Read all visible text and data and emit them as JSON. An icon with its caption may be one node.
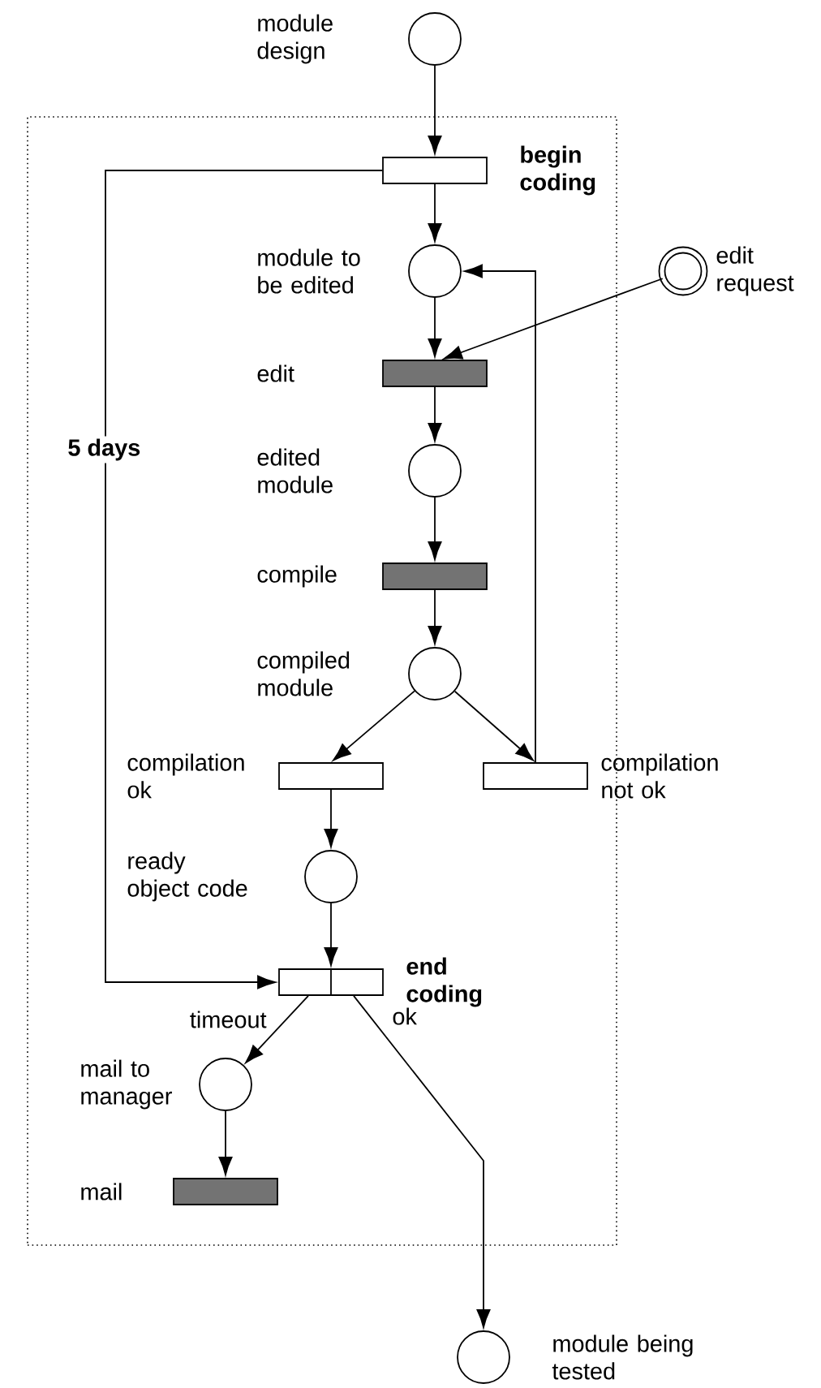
{
  "diagram": {
    "nodes": [
      {
        "text": [],
        "shape": "box"
      },
      {
        "text": [],
        "shape": "circle",
        "beside": [
          "module design"
        ]
      },
      {
        "text": [],
        "shape": "bar",
        "beside": [
          "begin coding"
        ],
        "in": 0
      },
      {
        "text": [],
        "shape": "circle",
        "beside": [
          "module to be edited"
        ],
        "in": 0
      },
      {
        "text": [],
        "shape": "ring",
        "beside": [
          "edit request"
        ]
      },
      {
        "text": [],
        "shape": "block",
        "beside": [
          "edit"
        ],
        "in": 0
      },
      {
        "text": [],
        "shape": "circle",
        "beside": [
          "edited module"
        ],
        "in": 0
      },
      {
        "text": [],
        "shape": "block",
        "beside": [
          "compile"
        ],
        "in": 0
      },
      {
        "text": [],
        "shape": "circle",
        "beside": [
          "compiled module"
        ],
        "in": 0
      },
      {
        "text": [],
        "shape": "bar",
        "beside": [
          "compilation ok"
        ],
        "in": 0
      },
      {
        "text": [],
        "shape": "bar",
        "beside": [
          "compilation not ok"
        ],
        "in": 0
      },
      {
        "text": [],
        "shape": "circle",
        "beside": [
          "ready object code"
        ],
        "in": 0
      },
      {
        "text": [],
        "shape": "bar",
        "beside": [
          "end coding"
        ],
        "in": 0
      },
      {
        "text": [],
        "shape": "circle",
        "beside": [
          "mail to manager"
        ],
        "in": 0
      },
      {
        "text": [],
        "shape": "block",
        "beside": [
          "mail"
        ],
        "in": 0
      },
      {
        "text": [],
        "shape": "circle",
        "beside": [
          "module being tested"
        ]
      }
    ],
    "edges": [
      {
        "from": 1,
        "to": 2,
        "arrow": "to"
      },
      {
        "from": 2,
        "to": 3,
        "arrow": "to"
      },
      {
        "from": 3,
        "to": 5,
        "arrow": "to"
      },
      {
        "from": 4,
        "to": 5,
        "arrow": "to"
      },
      {
        "from": 5,
        "to": 6,
        "arrow": "to"
      },
      {
        "from": 6,
        "to": 7,
        "arrow": "to"
      },
      {
        "from": 7,
        "to": 8,
        "arrow": "to"
      },
      {
        "from": 8,
        "to": 9,
        "arrow": "to"
      },
      {
        "from": 8,
        "to": 10,
        "arrow": "to"
      },
      {
        "from": 10,
        "to": 3,
        "arrow": "to"
      },
      {
        "from": 9,
        "to": 11,
        "arrow": "to"
      },
      {
        "from": 11,
        "to": 12,
        "arrow": "to"
      },
      {
        "from": 2,
        "to": 12,
        "arrow": "to",
        "label": "5 days"
      },
      {
        "from": 12,
        "to": 13,
        "arrow": "to",
        "label": "timeout"
      },
      {
        "from": 12,
        "to": 15,
        "arrow": "to",
        "label": "ok"
      },
      {
        "from": 13,
        "to": 14,
        "arrow": "to"
      }
    ]
  }
}
